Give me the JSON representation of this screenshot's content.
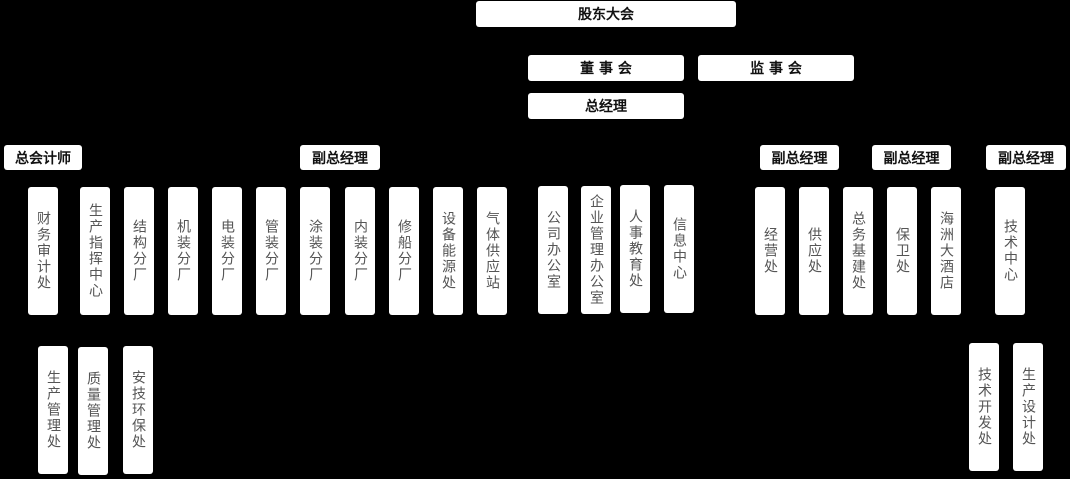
{
  "top": {
    "shareholders": "股东大会",
    "board": "董 事 会",
    "supervisors": "监 事 会",
    "gm": "总经理"
  },
  "heads": [
    "总会计师",
    "副总经理",
    "副总经理",
    "副总经理",
    "副总经理"
  ],
  "depts": [
    "财务审计处",
    "生产指挥中心",
    "结构分厂",
    "机装分厂",
    "电装分厂",
    "管装分厂",
    "涂装分厂",
    "内装分厂",
    "修船分厂",
    "设备能源处",
    "气体供应站",
    "公司办公室",
    "企业管理办公室",
    "人事教育处",
    "信息中心",
    "经营处",
    "供应处",
    "总务基建处",
    "保卫处",
    "海洲大酒店",
    "技术中心"
  ],
  "subdepts": [
    "生产管理处",
    "质量管理处",
    "安技环保处",
    "技术开发处",
    "生产设计处"
  ]
}
